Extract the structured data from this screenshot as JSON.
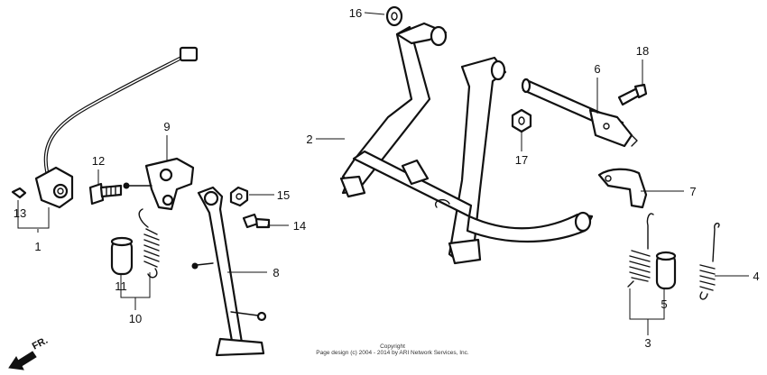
{
  "callouts": {
    "c1": "1",
    "c2": "2",
    "c3": "3",
    "c4": "4",
    "c5": "5",
    "c6": "6",
    "c7": "7",
    "c8": "8",
    "c9": "9",
    "c10": "10",
    "c11": "11",
    "c12": "12",
    "c13": "13",
    "c14": "14",
    "c15": "15",
    "c16": "16",
    "c17": "17",
    "c18": "18"
  },
  "copyright": {
    "line1": "Copyright",
    "line2": "Page design (c) 2004 - 2014 by ARI Network Services, Inc."
  },
  "direction": {
    "label": "FR.",
    "icon": "front-direction-arrow-icon"
  },
  "colors": {
    "ink": "#111111",
    "background": "#ffffff"
  }
}
